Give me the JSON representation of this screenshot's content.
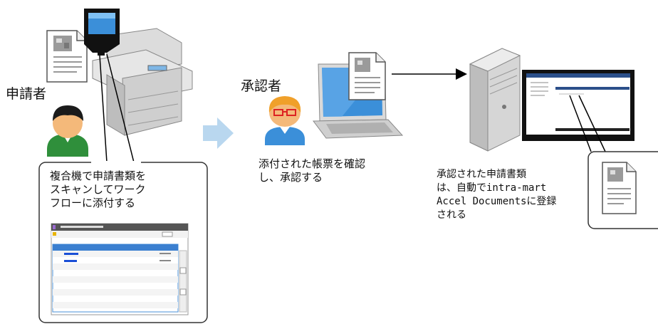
{
  "actors": {
    "applicant_label": "申請者",
    "approver_label": "承認者"
  },
  "captions": {
    "scan_caption": "複合機で申請書類を\nスキャンしてワーク\nフローに添付する",
    "approve_caption": "添付された帳票を確認\nし、承認する",
    "register_caption": "承認された申請書類\nは、自動でintra-mart\nAccel Documentsに登録\nされる"
  },
  "colors": {
    "arrow_blue": "#b9d7ef",
    "monitor_blue": "#3b8fd9",
    "skin": "#f4b97a",
    "green_shirt": "#2f8f3b"
  }
}
